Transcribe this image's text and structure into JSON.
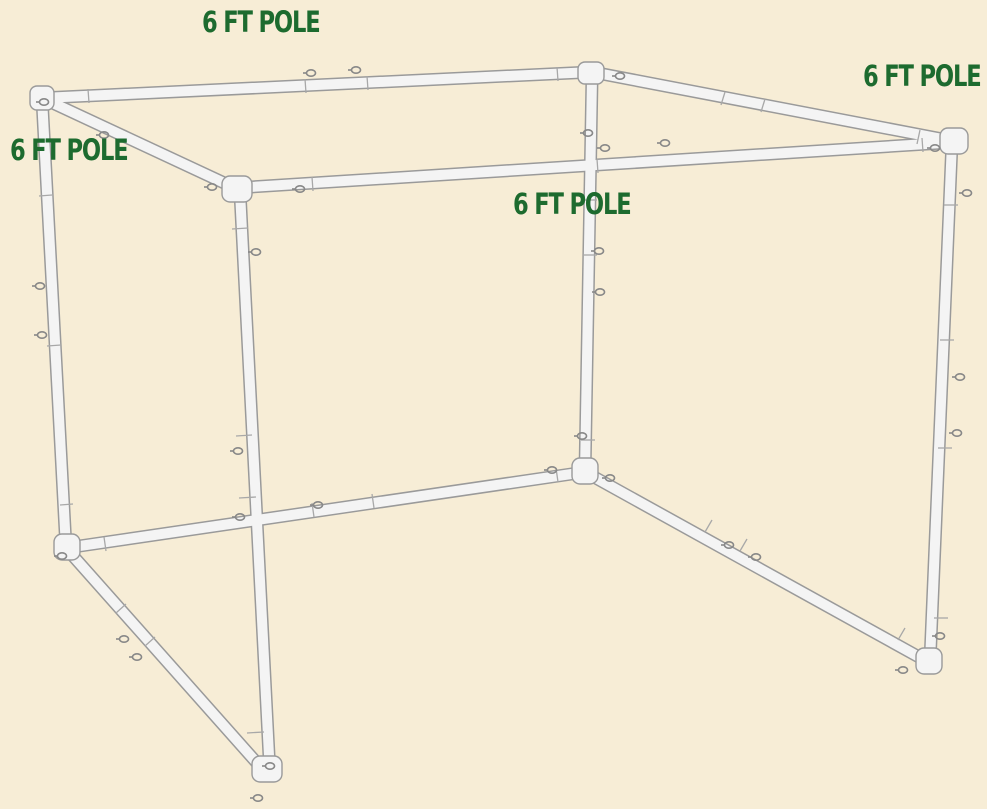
{
  "labels": {
    "top_back": "6 FT POLE",
    "right_side": "6 FT POLE",
    "left_side": "6 FT POLE",
    "top_front": "6 FT POLE"
  },
  "colors": {
    "background": "#f7edd6",
    "label_text": "#1d6b2f",
    "pipe_fill": "#f4f4f4",
    "pipe_outline": "#9a9a9a"
  }
}
